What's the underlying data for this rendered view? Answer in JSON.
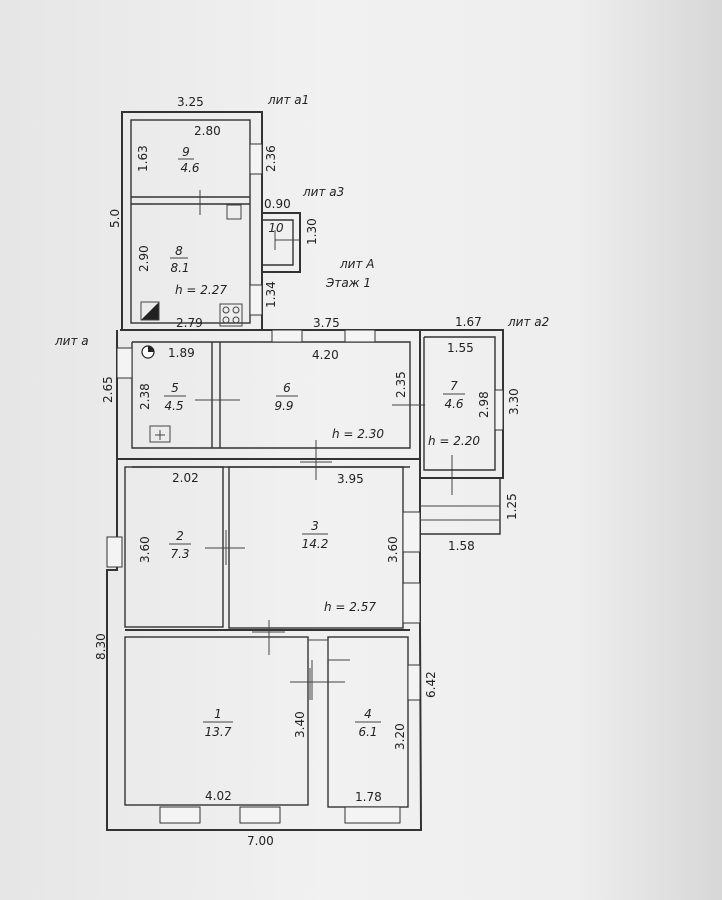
{
  "labels": {
    "lit_a1": "лит а1",
    "lit_a3": "лит а3",
    "lit_A": "лит А",
    "etazh": "Этаж 1",
    "lit_a": "лит а",
    "lit_a2": "лит а2"
  },
  "rooms": [
    {
      "no": "9",
      "area": "4.6"
    },
    {
      "no": "8",
      "area": "8.1"
    },
    {
      "no": "10"
    },
    {
      "no": "5",
      "area": "4.5"
    },
    {
      "no": "6",
      "area": "9.9"
    },
    {
      "no": "7",
      "area": "4.6"
    },
    {
      "no": "2",
      "area": "7.3"
    },
    {
      "no": "3",
      "area": "14.2"
    },
    {
      "no": "1",
      "area": "13.7"
    },
    {
      "no": "4",
      "area": "6.1"
    }
  ],
  "heights": {
    "h8": "h = 2.27",
    "h6": "h = 2.30",
    "h7": "h = 2.20",
    "h3": "h = 2.57"
  },
  "dims": {
    "d325": "3.25",
    "d280": "2.80",
    "d163": "1.63",
    "d236": "2.36",
    "d50": "5.0",
    "d090": "0.90",
    "d130": "1.30",
    "d290": "2.90",
    "d134": "1.34",
    "d279": "2.79",
    "d375": "3.75",
    "d167": "1.67",
    "d189": "1.89",
    "d420": "4.20",
    "d155": "1.55",
    "d265": "2.65",
    "d238": "2.38",
    "d235": "2.35",
    "d298": "2.98",
    "d330": "3.30",
    "d202": "2.02",
    "d395": "3.95",
    "d125": "1.25",
    "d158": "1.58",
    "d360a": "3.60",
    "d360b": "3.60",
    "d830": "8.30",
    "d642": "6.42",
    "d340": "3.40",
    "d320": "3.20",
    "d402": "4.02",
    "d178": "1.78",
    "d700": "7.00"
  }
}
